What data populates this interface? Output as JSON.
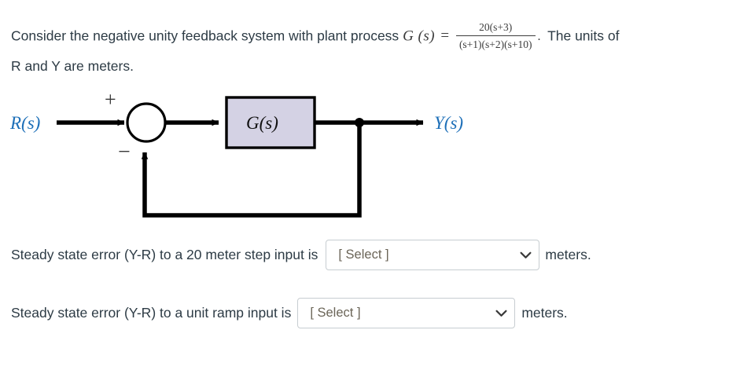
{
  "prompt": {
    "line1_before": "Consider the negative unity feedback system with plant process",
    "gs_symbol": "G (s)",
    "equals": "=",
    "fraction_numerator": "20(s+3)",
    "fraction_denominator": "(s+1)(s+2)(s+10)",
    "period": ".",
    "line1_after": "The units of",
    "line2": "R and Y are meters."
  },
  "diagram": {
    "input_label": "R(s)",
    "output_label": "Y(s)",
    "block_label": "G(s)",
    "sum_plus": "+",
    "sum_minus": "−",
    "block_fill": "#d4d2e4",
    "block_stroke": "#000000",
    "line_color": "#000000",
    "label_color": "#1d6fb8"
  },
  "questions": [
    {
      "text": "Steady state error (Y-R) to a 20 meter step input is",
      "select_value": "[ Select ]",
      "unit": "meters."
    },
    {
      "text": "Steady state error (Y-R) to a unit ramp input is",
      "select_value": "[ Select ]",
      "unit": "meters."
    }
  ]
}
